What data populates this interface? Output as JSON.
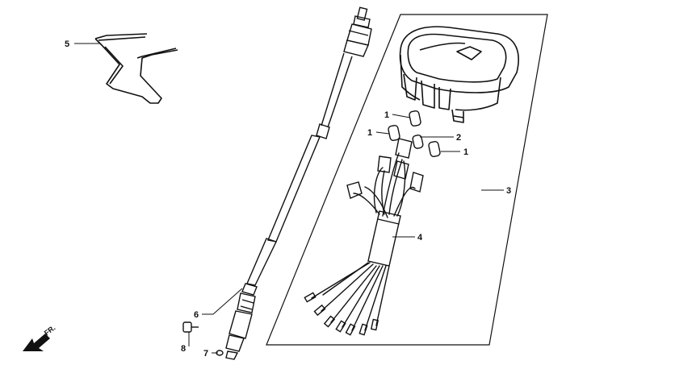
{
  "callouts": {
    "c1a": "1",
    "c1b": "1",
    "c1c": "1",
    "c2": "2",
    "c3": "3",
    "c4": "4",
    "c5": "5",
    "c6": "6",
    "c7": "7",
    "c8": "8"
  },
  "direction": {
    "label": "FR."
  }
}
